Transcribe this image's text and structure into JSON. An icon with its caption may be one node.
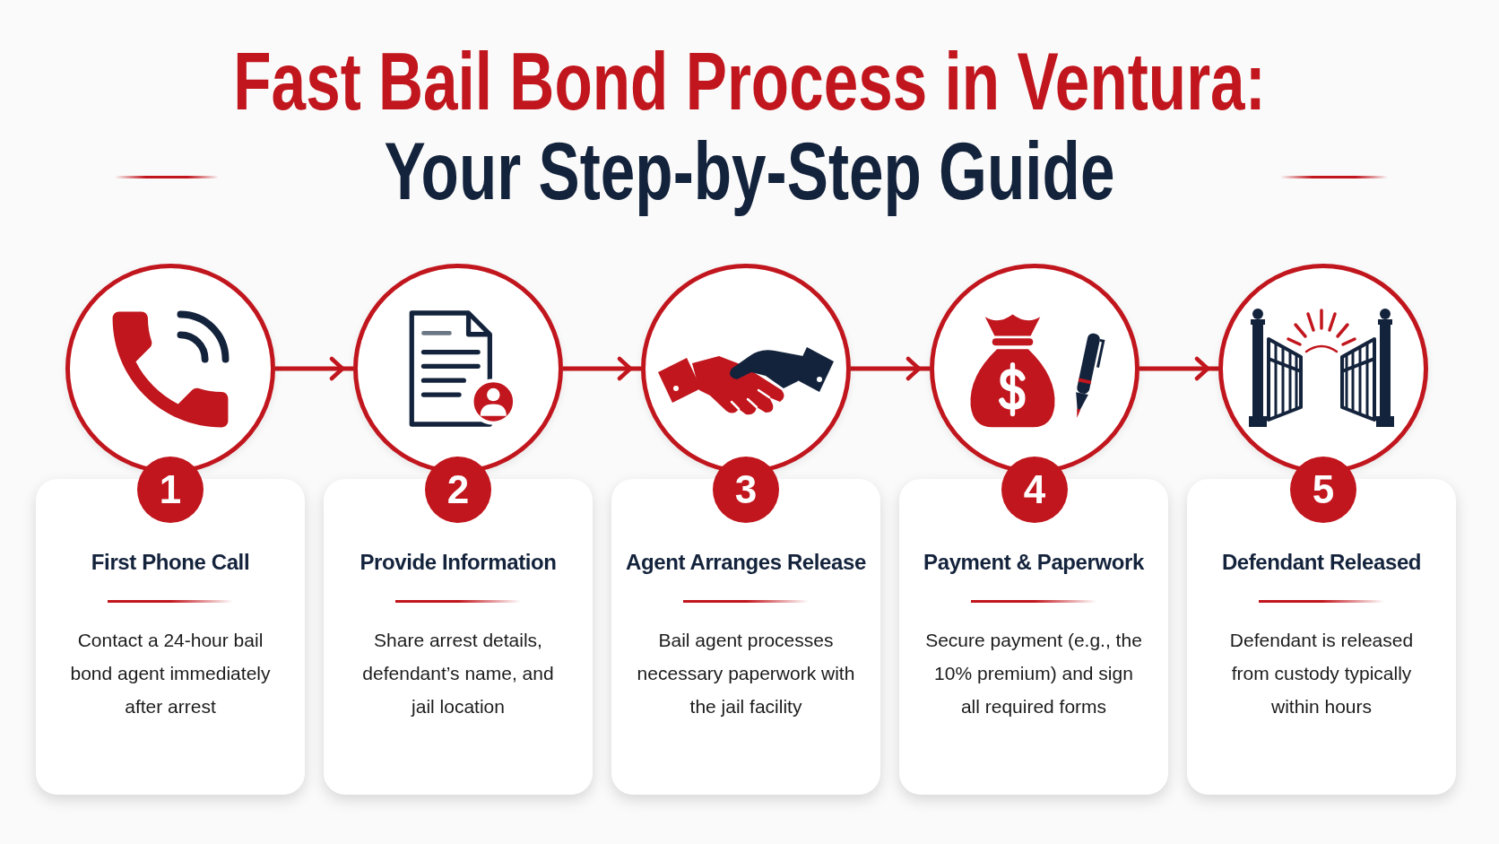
{
  "diagram": {
    "title": "Fast Bail Bond Process in Ventura: Your Step-by-Step Guide",
    "nodes": [
      {
        "text": [],
        "shape": "circle"
      },
      {
        "text": [
          "1"
        ]
      },
      {
        "text": [
          "First Phone Call",
          "Contact a 24-hour bail bond agent immediately after arrest"
        ]
      },
      {
        "text": [],
        "shape": "circle"
      },
      {
        "text": [
          "2"
        ]
      },
      {
        "text": [
          "Provide Information",
          "Share arrest details, defendant’s name, and jail location"
        ]
      },
      {
        "text": [],
        "shape": "circle"
      },
      {
        "text": [
          "3"
        ]
      },
      {
        "text": [
          "Agent Arranges Release",
          "Bail agent processes necessary paperwork with the jail facility"
        ]
      },
      {
        "text": [],
        "shape": "circle"
      },
      {
        "text": [
          "4"
        ]
      },
      {
        "text": [
          "Payment & Paperwork",
          "Secure payment (e.g., the 10% premium) and sign all required forms"
        ]
      },
      {
        "text": [],
        "shape": "circle"
      },
      {
        "text": [
          "5"
        ]
      },
      {
        "text": [
          "Defendant Released",
          "Defendant is released from custody typically within hours"
        ]
      }
    ],
    "edges": [
      {
        "from": 0,
        "to": 3,
        "arrow": "to"
      },
      {
        "from": 3,
        "to": 6,
        "arrow": "to"
      },
      {
        "from": 6,
        "to": 9,
        "arrow": "to"
      },
      {
        "from": 9,
        "to": 12,
        "arrow": "to"
      }
    ]
  }
}
